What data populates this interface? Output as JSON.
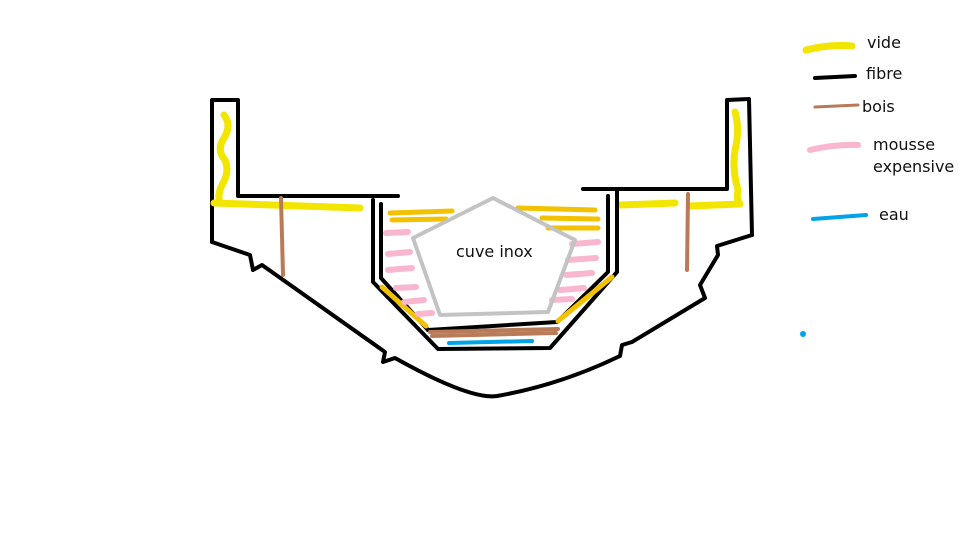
{
  "diagram": {
    "center_label": "cuve inox"
  },
  "legend": {
    "items": [
      {
        "key": "vide",
        "label": "vide",
        "color": "#f2e600"
      },
      {
        "key": "fibre",
        "label": "fibre",
        "color": "#000000"
      },
      {
        "key": "bois",
        "label": "bois",
        "color": "#b97a57"
      },
      {
        "key": "mousse",
        "label": "mousse\nexpensive",
        "color": "#f8b6cf"
      },
      {
        "key": "eau",
        "label": "eau",
        "color": "#00a2e8"
      }
    ]
  },
  "colors": {
    "vide": "#f2e600",
    "vide_orange": "#f2c200",
    "fibre": "#000000",
    "bois": "#b97a57",
    "mousse": "#f8b6cf",
    "eau": "#00a2e8",
    "cuve": "#c3c3c3"
  }
}
